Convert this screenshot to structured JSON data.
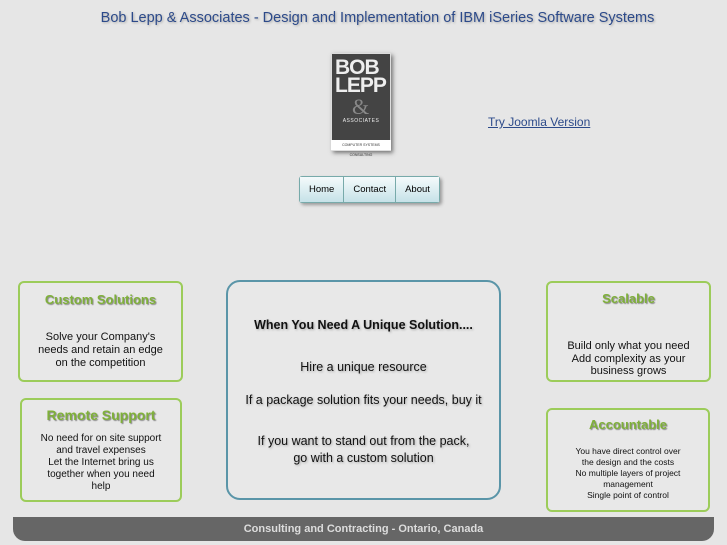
{
  "header": {
    "site_title": "Bob Lepp & Associates  -  Design and Implementation of IBM iSeries Software Systems",
    "logo": {
      "line1": "BOB",
      "line2": "LEPP",
      "amp": "&",
      "assoc": "ASSOCIATES",
      "tagline": "COMPUTER SYSTEMS CONSULTING"
    },
    "joomla_link": "Try Joomla Version"
  },
  "nav": [
    {
      "label": "Home"
    },
    {
      "label": "Contact"
    },
    {
      "label": "About"
    }
  ],
  "boxes": {
    "custom": {
      "title": "Custom Solutions",
      "lines": [
        "Solve your Company's",
        "needs and retain an edge",
        "on the competition"
      ]
    },
    "remote": {
      "title": "Remote Support",
      "lines": [
        "No need for on site support",
        "and travel expenses",
        "Let the Internet bring us",
        "together when you need",
        "help"
      ]
    },
    "scalable": {
      "title": "Scalable",
      "lines": [
        "Build only what you need",
        "Add complexity as your",
        "business grows"
      ]
    },
    "accountable": {
      "title": "Accountable",
      "lines": [
        "You have direct control over",
        "the design and the costs",
        "No multiple layers of project",
        "management",
        "Single point of control"
      ]
    }
  },
  "center": {
    "heading": "When You Need A Unique Solution....",
    "line1": "Hire a unique resource",
    "line2": "If a package solution fits your needs, buy it",
    "line3a": "If you want to stand out from the pack,",
    "line3b": "go with a custom solution"
  },
  "footer": {
    "text": "Consulting and Contracting - Ontario, Canada"
  },
  "colors": {
    "title_blue": "#2c4a8a",
    "green": "#9ccc5a",
    "teal_border": "#5a95a8",
    "footer_bg": "#666666"
  }
}
